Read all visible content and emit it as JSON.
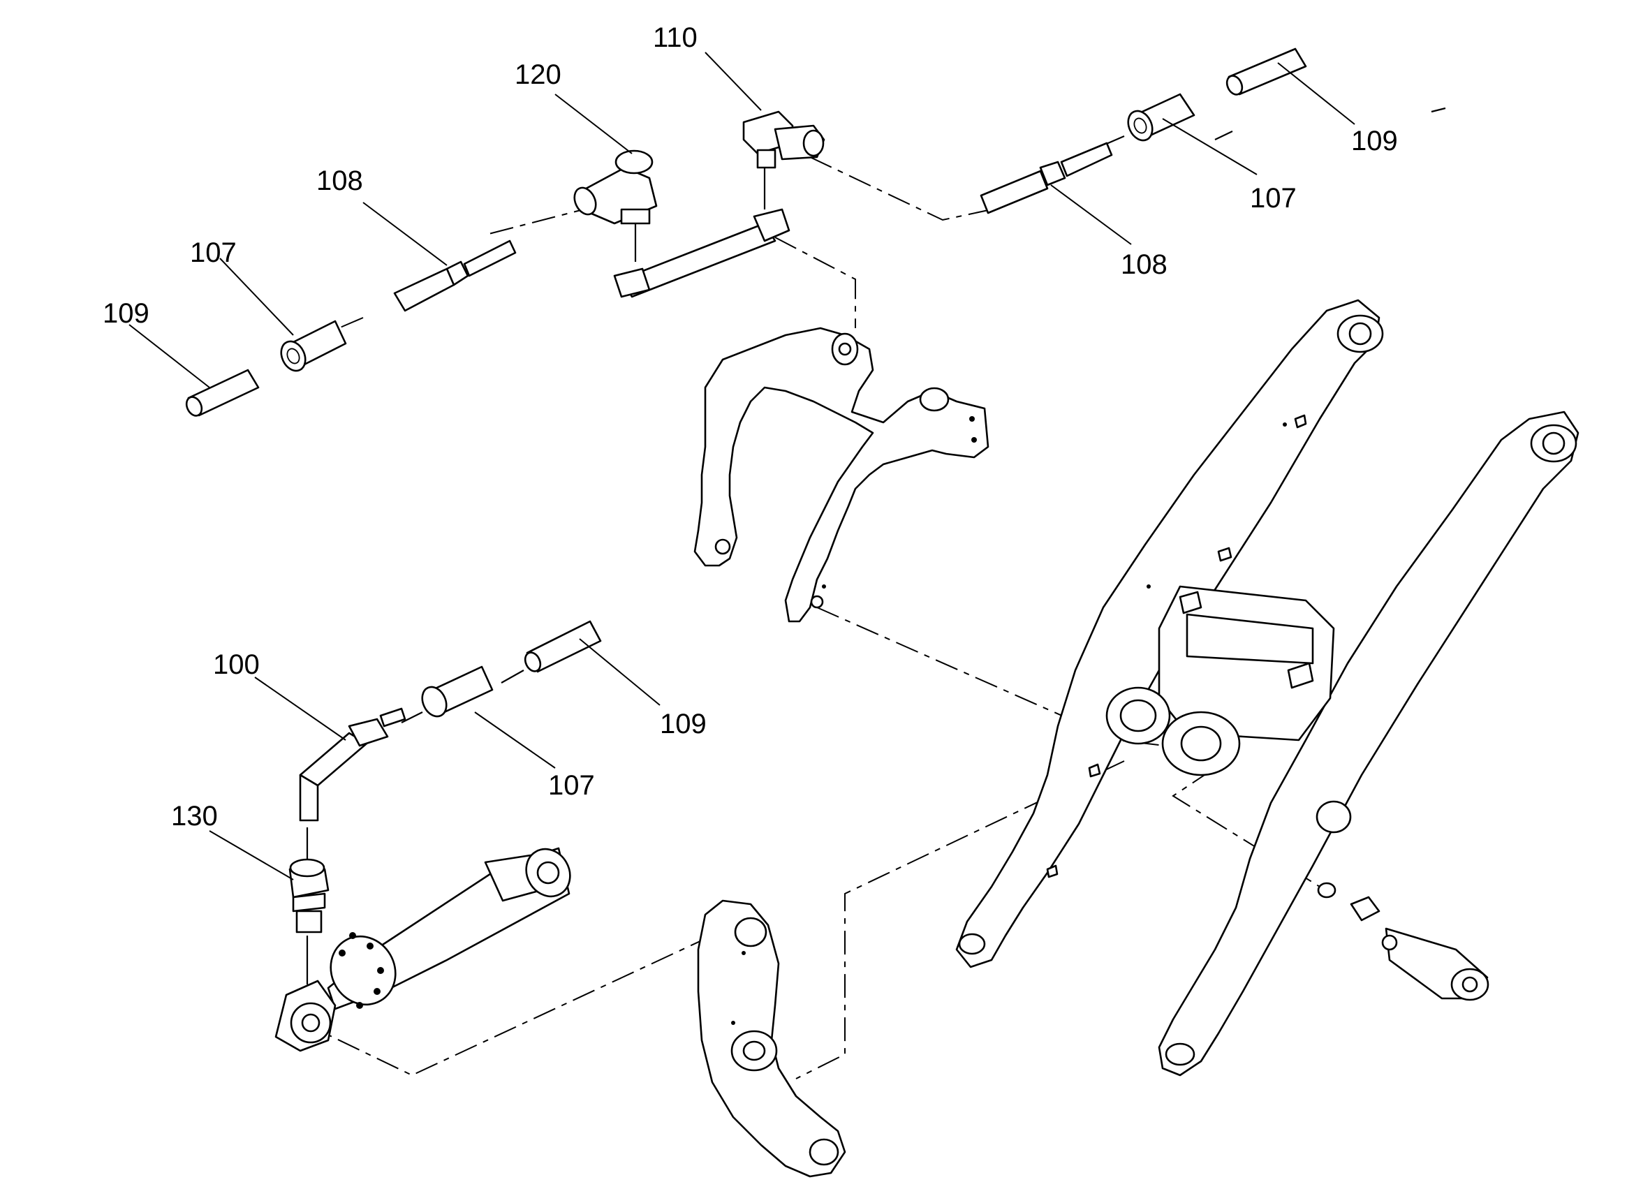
{
  "callouts": {
    "c110": "110",
    "c120": "120",
    "c108_left": "108",
    "c107_left": "107",
    "c109_left": "109",
    "c109_right": "109",
    "c107_right": "107",
    "c108_right": "108",
    "c100": "100",
    "c109_mid": "109",
    "c107_mid": "107",
    "c130": "130"
  }
}
